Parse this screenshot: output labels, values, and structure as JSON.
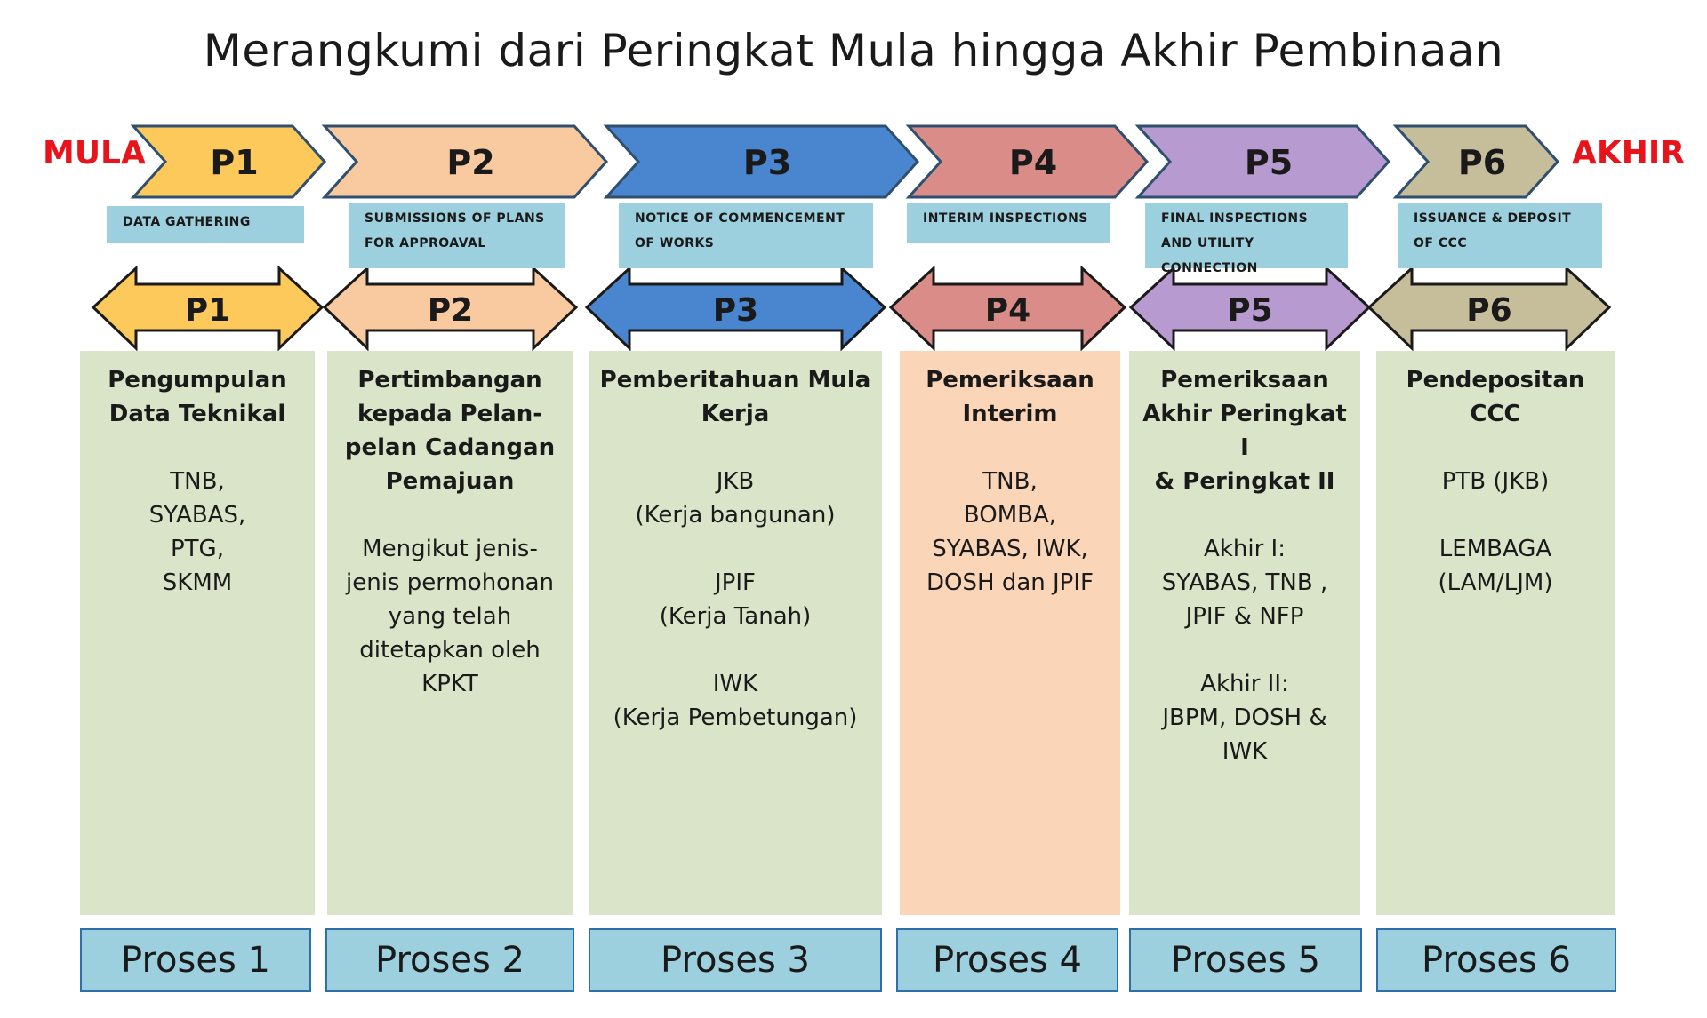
{
  "title": "Merangkumi dari Peringkat Mula hingga Akhir Pembinaan",
  "start_label": "MULA",
  "end_label": "AKHIR",
  "colors": {
    "red": "#e8141b",
    "label_bg": "#9dd0de",
    "column_green": "#d9e4c8",
    "column_highlight": "#fbd5b8"
  },
  "stages": [
    {
      "code": "P1",
      "en_label": "Data Gathering",
      "heading": "Pengumpulan\nData Teknikal",
      "details": "TNB,\nSYABAS,\nPTG,\nSKMM",
      "process": "Proses 1",
      "color": "#fdc95a"
    },
    {
      "code": "P2",
      "en_label": "Submissions of plans for approaval",
      "heading": "Pertimbangan\nkepada Pelan-\npelan Cadangan\nPemajuan",
      "details": "Mengikut jenis-\njenis permohonan\nyang telah\nditetapkan oleh\nKPKT",
      "process": "Proses 2",
      "color": "#f9c9a0"
    },
    {
      "code": "P3",
      "en_label": "Notice of commencement of works",
      "heading": "Pemberitahuan Mula\nKerja",
      "details": "JKB\n(Kerja bangunan)\n\nJPIF\n(Kerja Tanah)\n\nIWK\n(Kerja  Pembetungan)",
      "process": "Proses 3",
      "color": "#4a86d0"
    },
    {
      "code": "P4",
      "en_label": "Interim inspections",
      "heading": "Pemeriksaan\nInterim",
      "details": "TNB,\nBOMBA,\nSYABAS, IWK,\nDOSH dan JPIF",
      "process": "Proses 4",
      "color": "#d98c88"
    },
    {
      "code": "P5",
      "en_label": "Final inspections and utility connection",
      "heading": "Pemeriksaan\nAkhir Peringkat I\n& Peringkat II",
      "details": "Akhir I:\nSYABAS, TNB ,\nJPIF  & NFP\n\nAkhir II:\nJBPM, DOSH &\nIWK",
      "process": "Proses 5",
      "color": "#b79ad0"
    },
    {
      "code": "P6",
      "en_label": "Issuance & deposit of CCC",
      "heading": "Pendepositan\nCCC",
      "details": "PTB (JKB)\n\nLEMBAGA\n(LAM/LJM)",
      "process": "Proses 6",
      "color": "#c6bd9a"
    }
  ]
}
